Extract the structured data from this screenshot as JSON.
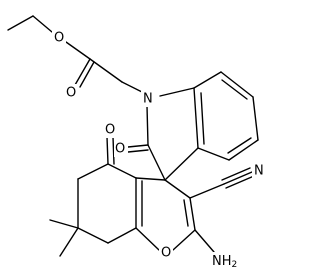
{
  "molecule": {
    "atom_labels": {
      "o_ester_carbonyl": "O",
      "o_ester_ether": "O",
      "n_indole": "N",
      "o_oxindole": "O",
      "o_ketone": "O",
      "o_pyran": "O",
      "n_nitrile": "N",
      "nh2_main": "NH",
      "nh2_sub": "2"
    }
  },
  "colors": {
    "bond": "#000000",
    "background": "#ffffff"
  }
}
